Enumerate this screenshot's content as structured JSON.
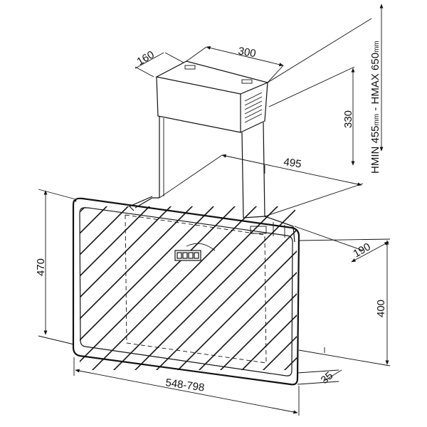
{
  "dimensions": {
    "depth_top": "160",
    "width_top": "300",
    "chimney_height": "330",
    "hmax_label": "HMAX",
    "hmax_value": "650",
    "hmin_label": "HMIN",
    "hmin_value": "455",
    "unit": "mm",
    "width_mid": "495",
    "depth_mid": "190",
    "panel_height": "470",
    "lower_height": "400",
    "panel_depth": "35",
    "panel_width": "548-798"
  }
}
